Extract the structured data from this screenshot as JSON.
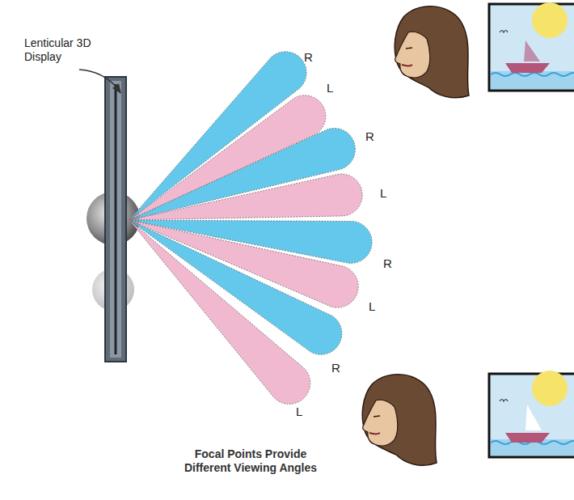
{
  "diagram": {
    "labels": [
      "Lenticular 3D Display",
      "R",
      "L",
      "R",
      "L",
      "R",
      "L",
      "R",
      "L",
      "Focal Points Provide Different Viewing Angles"
    ]
  }
}
